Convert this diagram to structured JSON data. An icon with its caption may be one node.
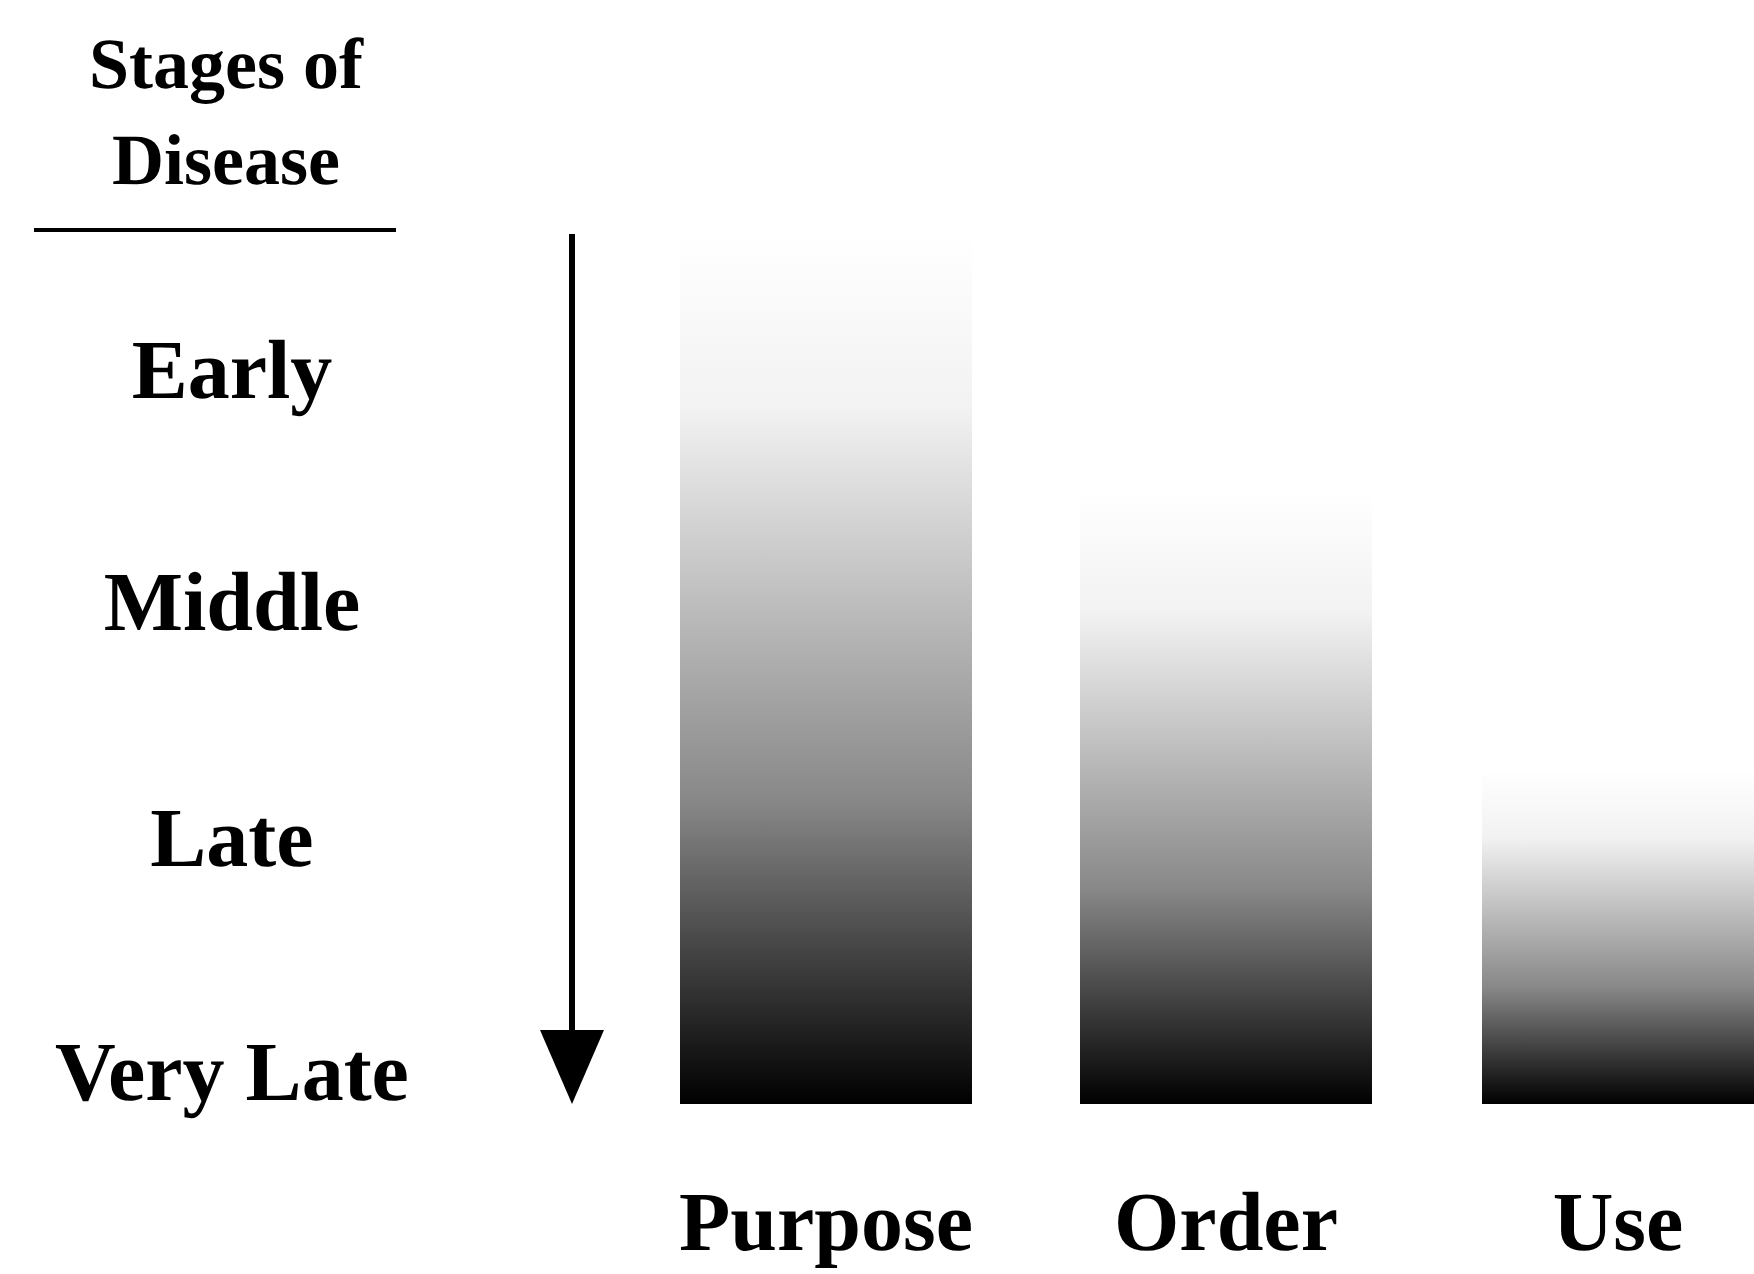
{
  "diagram": {
    "title": "Stages of Disease",
    "nodes": [
      {
        "text": [
          "Purpose"
        ]
      },
      {
        "text": [
          "Order"
        ]
      },
      {
        "text": [
          "Use"
        ]
      }
    ],
    "labels": [
      "Early",
      "Middle",
      "Late",
      "Very Late"
    ]
  }
}
